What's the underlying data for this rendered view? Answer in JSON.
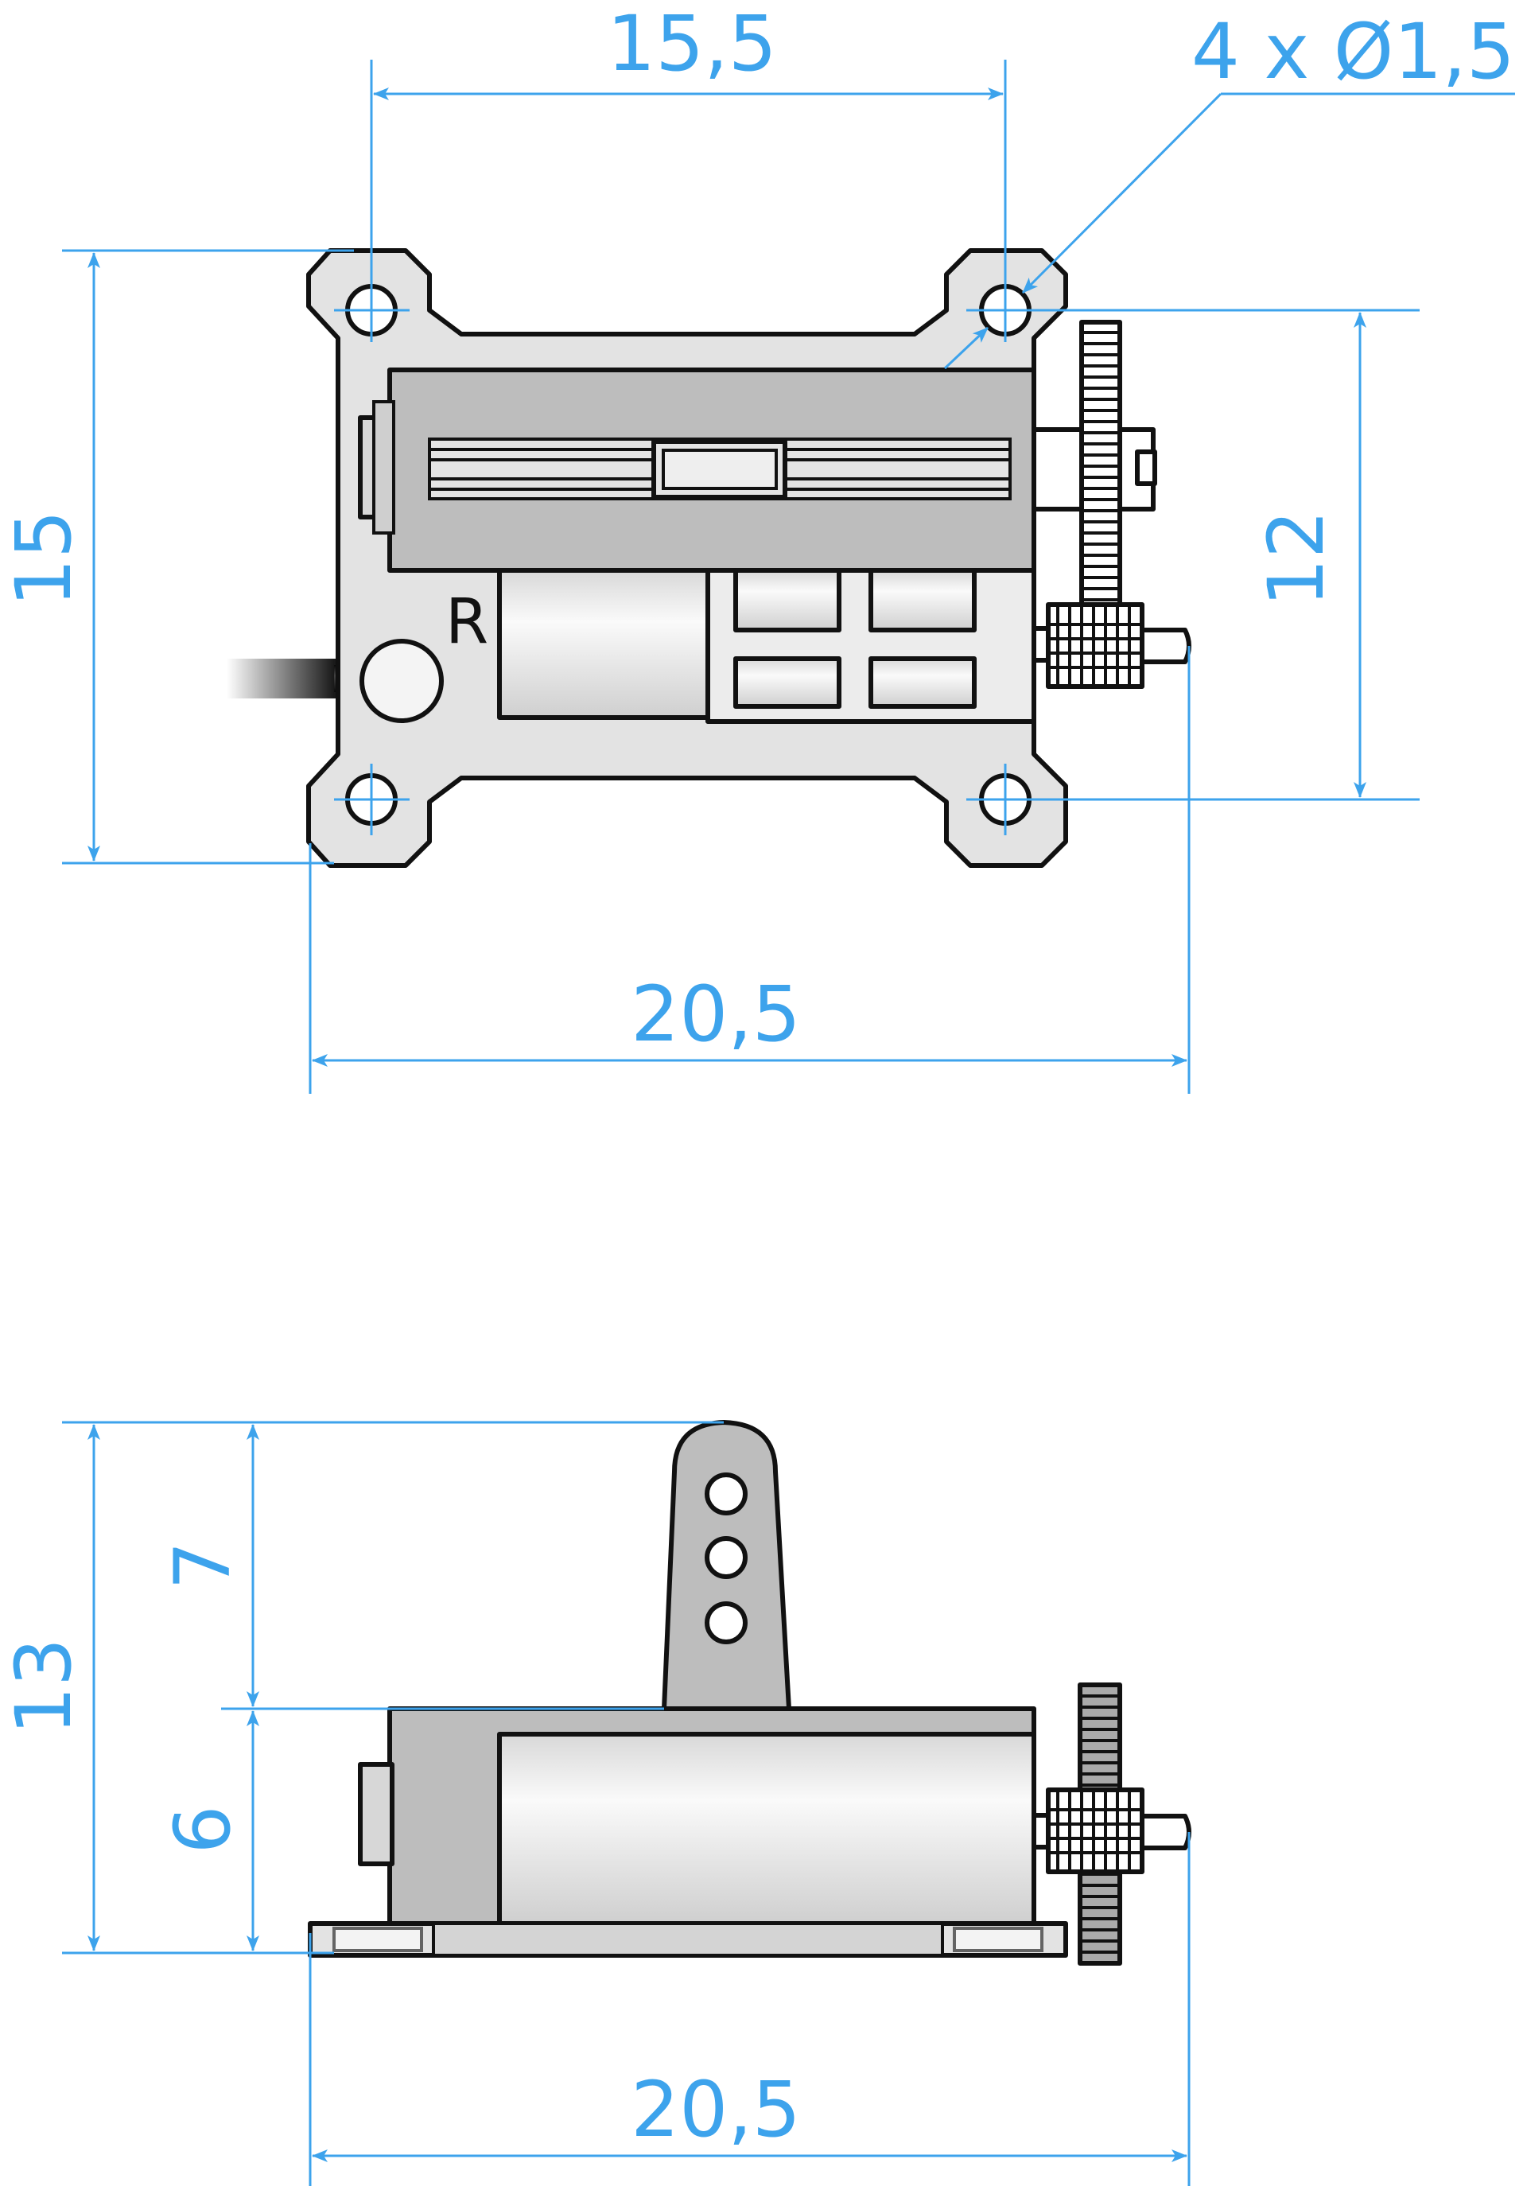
{
  "top_view": {
    "dim_width_holes": "15,5",
    "dim_hole_callout": "4 x Ø1,5",
    "dim_height": "15",
    "dim_hole_spacing_vertical": "12",
    "dim_total_width": "20,5",
    "connector_label": "R"
  },
  "side_view": {
    "dim_total_height": "13",
    "dim_arm_height": "7",
    "dim_body_height": "6",
    "dim_total_width": "20,5"
  },
  "colors": {
    "dimension": "#3da3ec",
    "outline": "#111111",
    "plate": "#e3e3e3",
    "body": "#bdbdbd",
    "motor": "#efefef"
  }
}
